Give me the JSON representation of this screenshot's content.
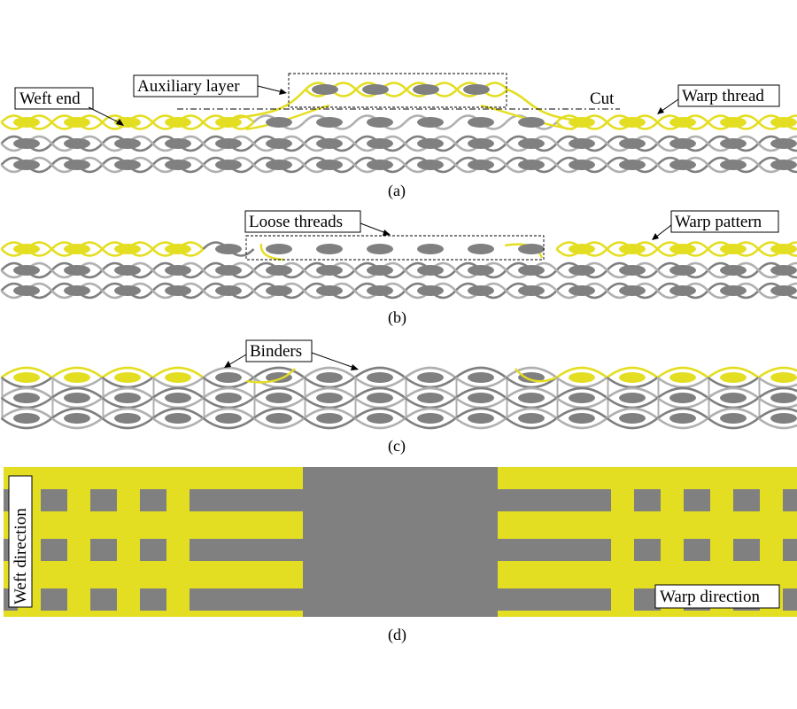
{
  "colors": {
    "yellow": "#e4de22",
    "dark_gray": "#7f7f7f",
    "light_gray": "#b0b0b0",
    "weft_gray": "#808080"
  },
  "panel_a": {
    "caption": "(a)",
    "labels": {
      "weft_end": "Weft end",
      "auxiliary_layer": "Auxiliary layer",
      "cut": "Cut",
      "warp_thread": "Warp thread"
    }
  },
  "panel_b": {
    "caption": "(b)",
    "labels": {
      "loose_threads": "Loose threads",
      "warp_pattern": "Warp pattern"
    }
  },
  "panel_c": {
    "caption": "(c)",
    "labels": {
      "binders": "Binders"
    }
  },
  "panel_d": {
    "caption": "(d)",
    "labels": {
      "weft_direction": "Weft direction",
      "warp_direction": "Warp direction"
    }
  }
}
